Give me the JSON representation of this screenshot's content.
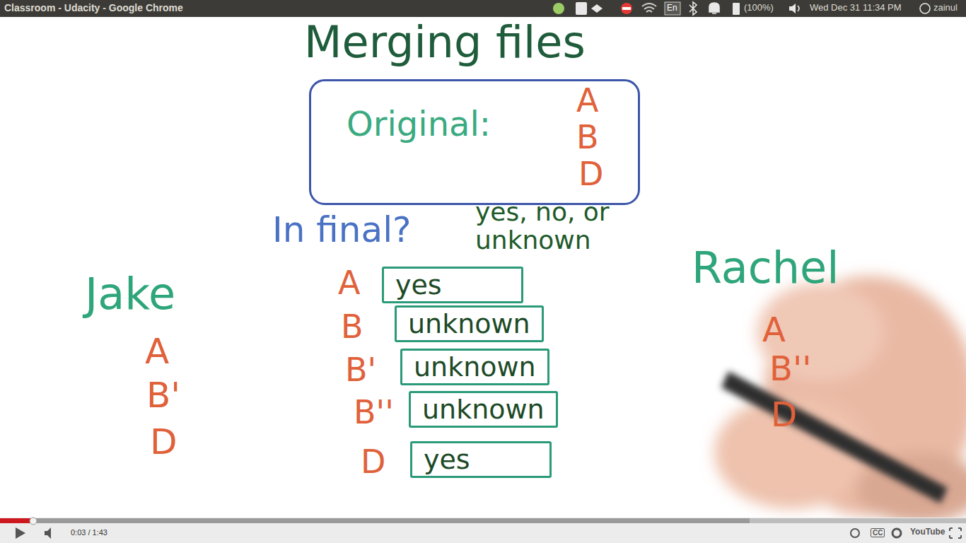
{
  "diagram": {
    "title": "Merging files",
    "nodes": [
      {
        "text": [
          "Original:",
          "A",
          "B",
          "D"
        ]
      },
      {
        "text": [
          "yes"
        ]
      },
      {
        "text": [
          "unknown"
        ]
      },
      {
        "text": [
          "unknown"
        ]
      },
      {
        "text": [
          "unknown"
        ]
      },
      {
        "text": [
          "yes"
        ]
      }
    ],
    "labels": [
      "Classroom - Udacity - Google Chrome",
      "En",
      "(100%)",
      "Wed Dec 31 11:34 PM",
      "zainul",
      "In final?",
      "yes, no, or unknown",
      "Jake",
      "A",
      "B'",
      "D",
      "A",
      "B",
      "B'",
      "B''",
      "D",
      "Rachel",
      "A",
      "B''",
      "D",
      "0:03 / 1:43",
      "CC",
      "YouTube"
    ]
  }
}
